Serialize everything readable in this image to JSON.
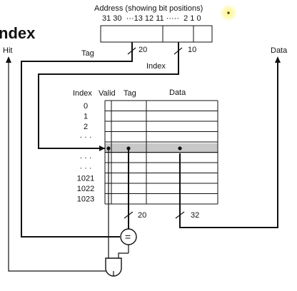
{
  "slide": {
    "title_fragment": "ndex",
    "labels": {
      "address_caption": "Address (showing bit positions)",
      "bit_positions": "31 30  ···13 12 11 ·····  2 1 0",
      "hit": "Hit",
      "tag": "Tag",
      "index": "Index",
      "data": "Data",
      "tag_width": "20",
      "index_width": "10",
      "tag_bus_width": "20",
      "data_bus_width": "32",
      "comparator": "="
    },
    "table": {
      "headers": {
        "index": "Index",
        "valid": "Valid",
        "tag": "Tag",
        "data": "Data"
      },
      "index_labels": [
        "0",
        "1",
        "2",
        "· · ·",
        "",
        "· · ·",
        "· · ·",
        "1021",
        "1022",
        "1023"
      ],
      "highlighted_row": 4
    },
    "colors": {
      "ink": "#111111",
      "highlight_row": "#c8c8c8",
      "cursor_glow": "#fff36a"
    }
  }
}
